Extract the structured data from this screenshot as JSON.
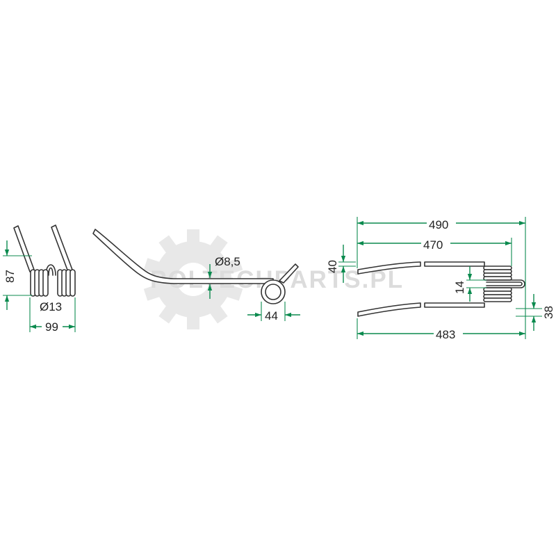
{
  "watermark": {
    "text": "POLTECHPARTS.PL",
    "icon": "gear-logo"
  },
  "colors": {
    "dimension": "#0b8a4e",
    "outline": "#333333",
    "watermark": "#dcdcdc"
  },
  "views": {
    "front": {
      "height": "87",
      "coil_diameter": "Ø13",
      "width": "99"
    },
    "side": {
      "wire_diameter": "Ø8,5",
      "eye_width": "44"
    },
    "top": {
      "overall_length": "490",
      "tine_length": "470",
      "spread": "40",
      "coil_gap": "14",
      "coil_offset": "38",
      "base_length": "483"
    }
  }
}
